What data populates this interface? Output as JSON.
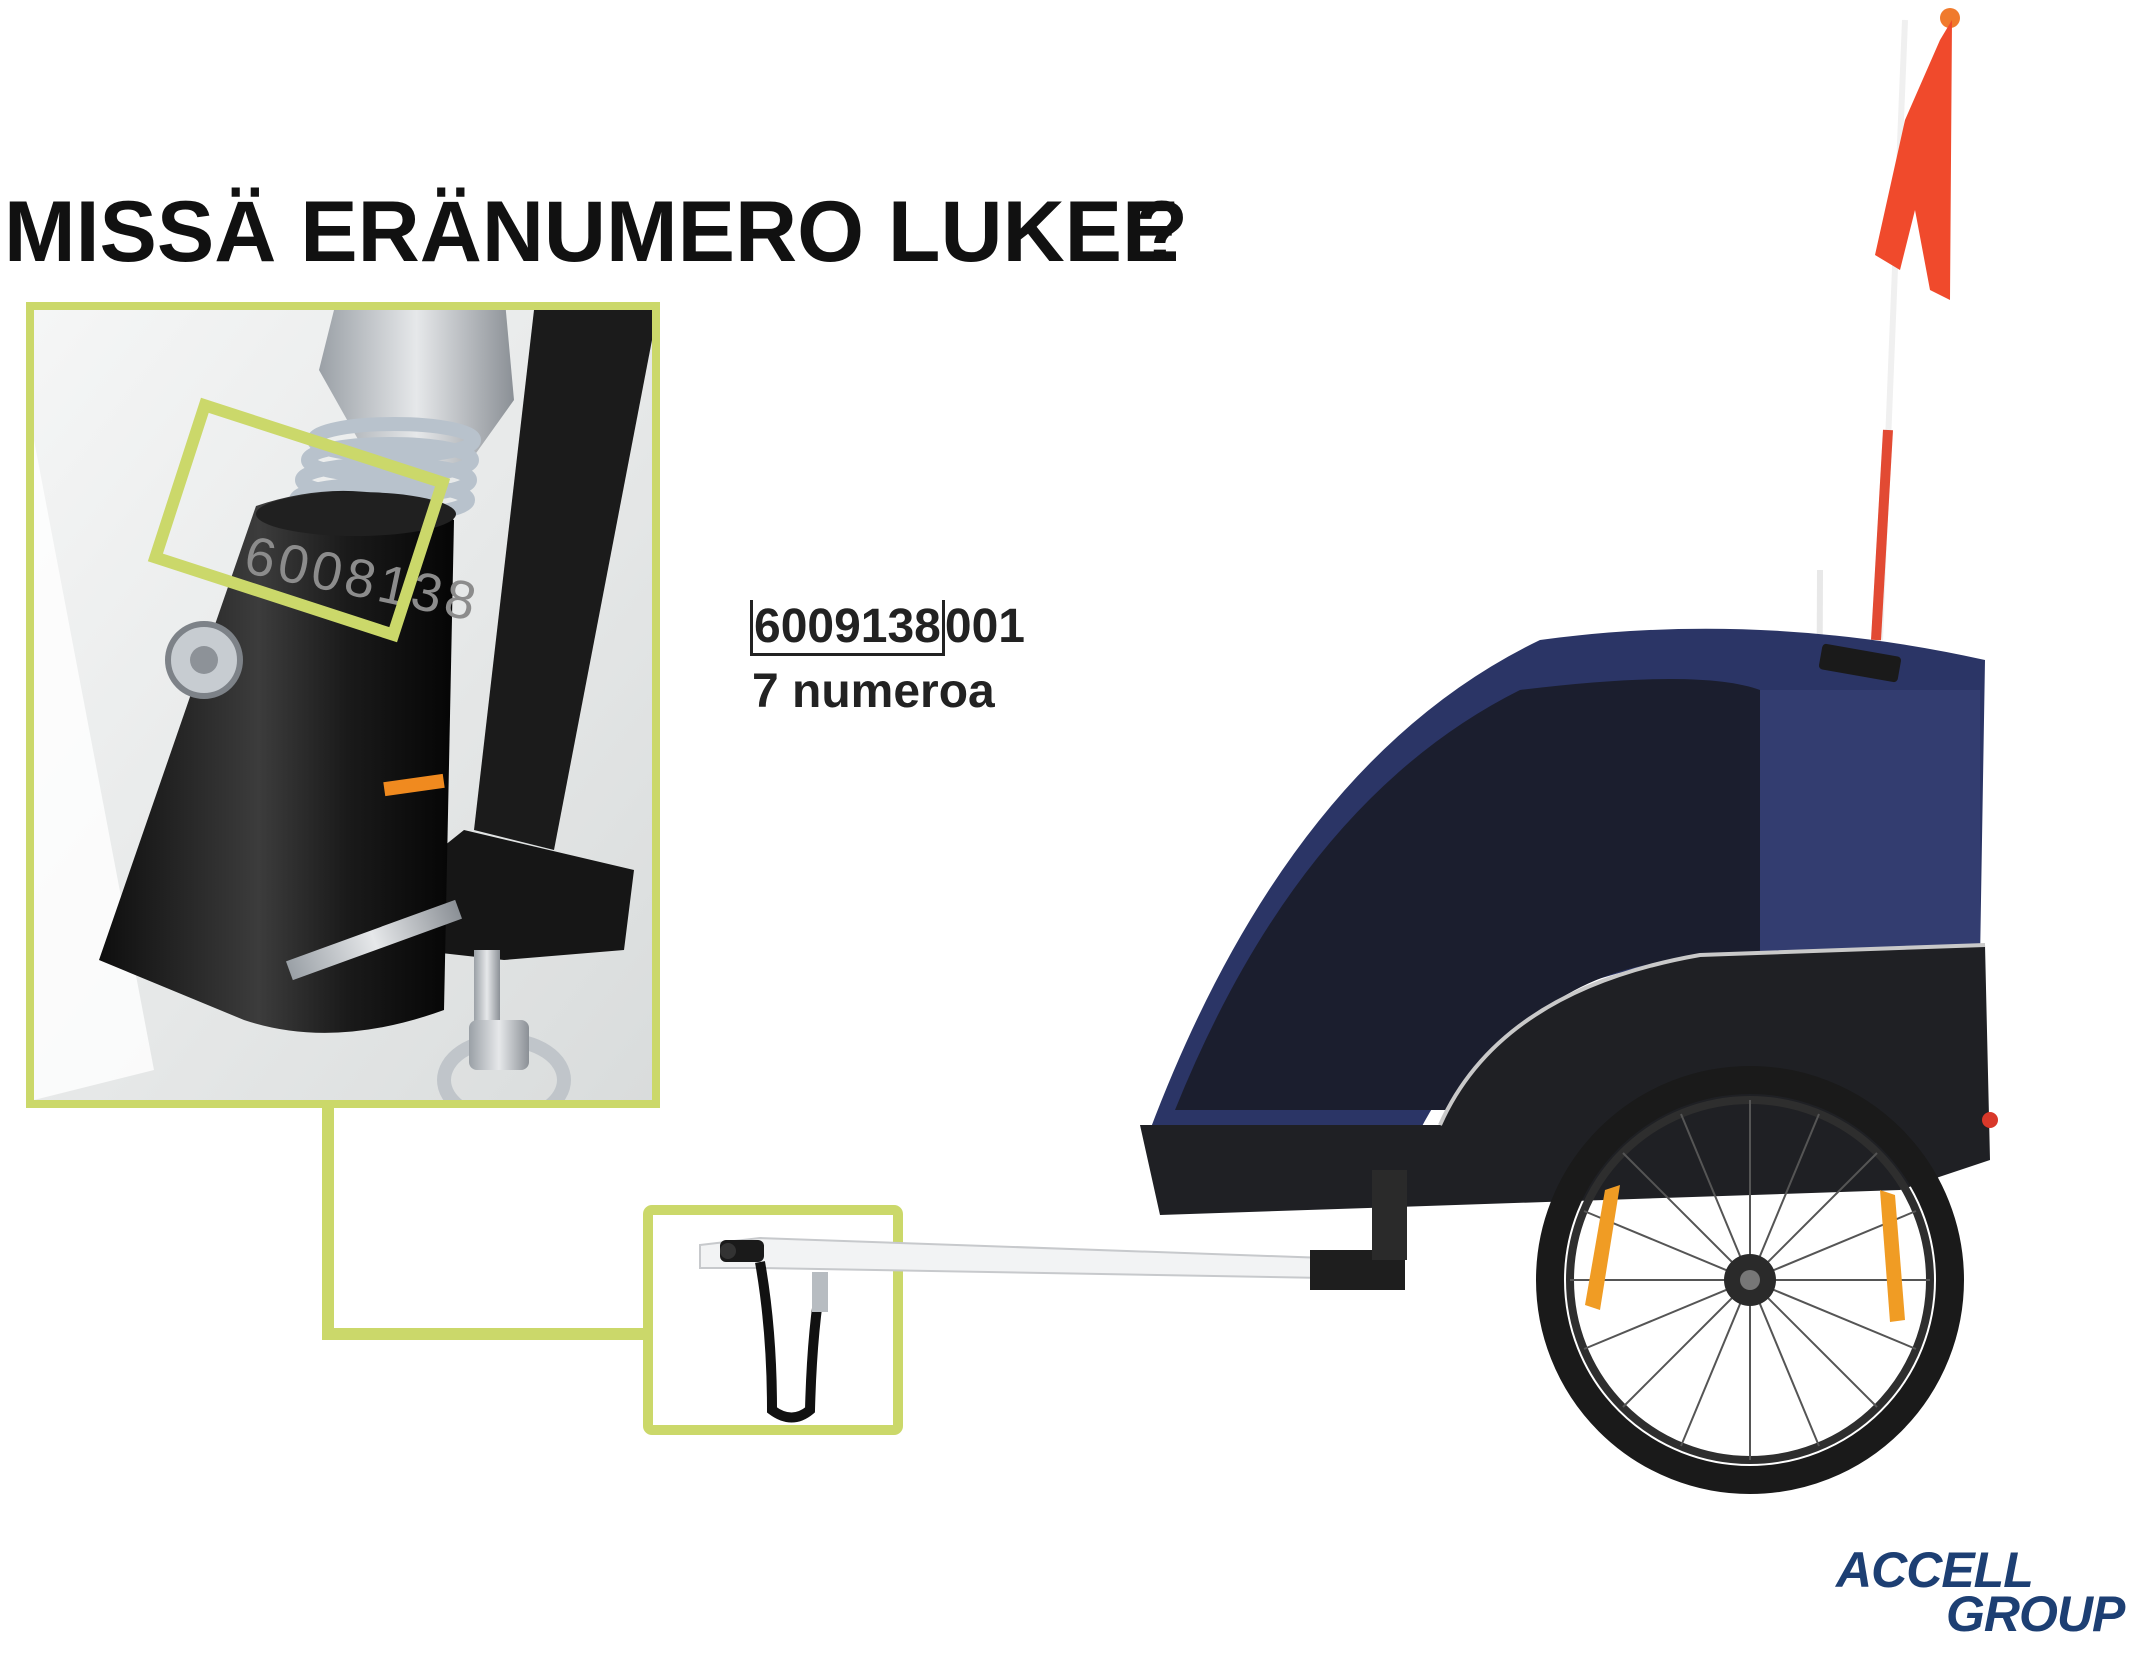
{
  "title": {
    "main": "MISSÄ ERÄNUMERO LUKEE",
    "overlap_char": "?"
  },
  "serial": {
    "prefix": "6009138",
    "suffix": "001",
    "note": "7 numeroa"
  },
  "inset_photo": {
    "engraved_text": "6008138"
  },
  "logo": {
    "line1": "ACCELL",
    "line2": "GROUP"
  },
  "colors": {
    "highlight": "#cbd86a",
    "canopy": "#2b3566",
    "flag": "#f04a2c",
    "logo": "#1d3f73"
  }
}
